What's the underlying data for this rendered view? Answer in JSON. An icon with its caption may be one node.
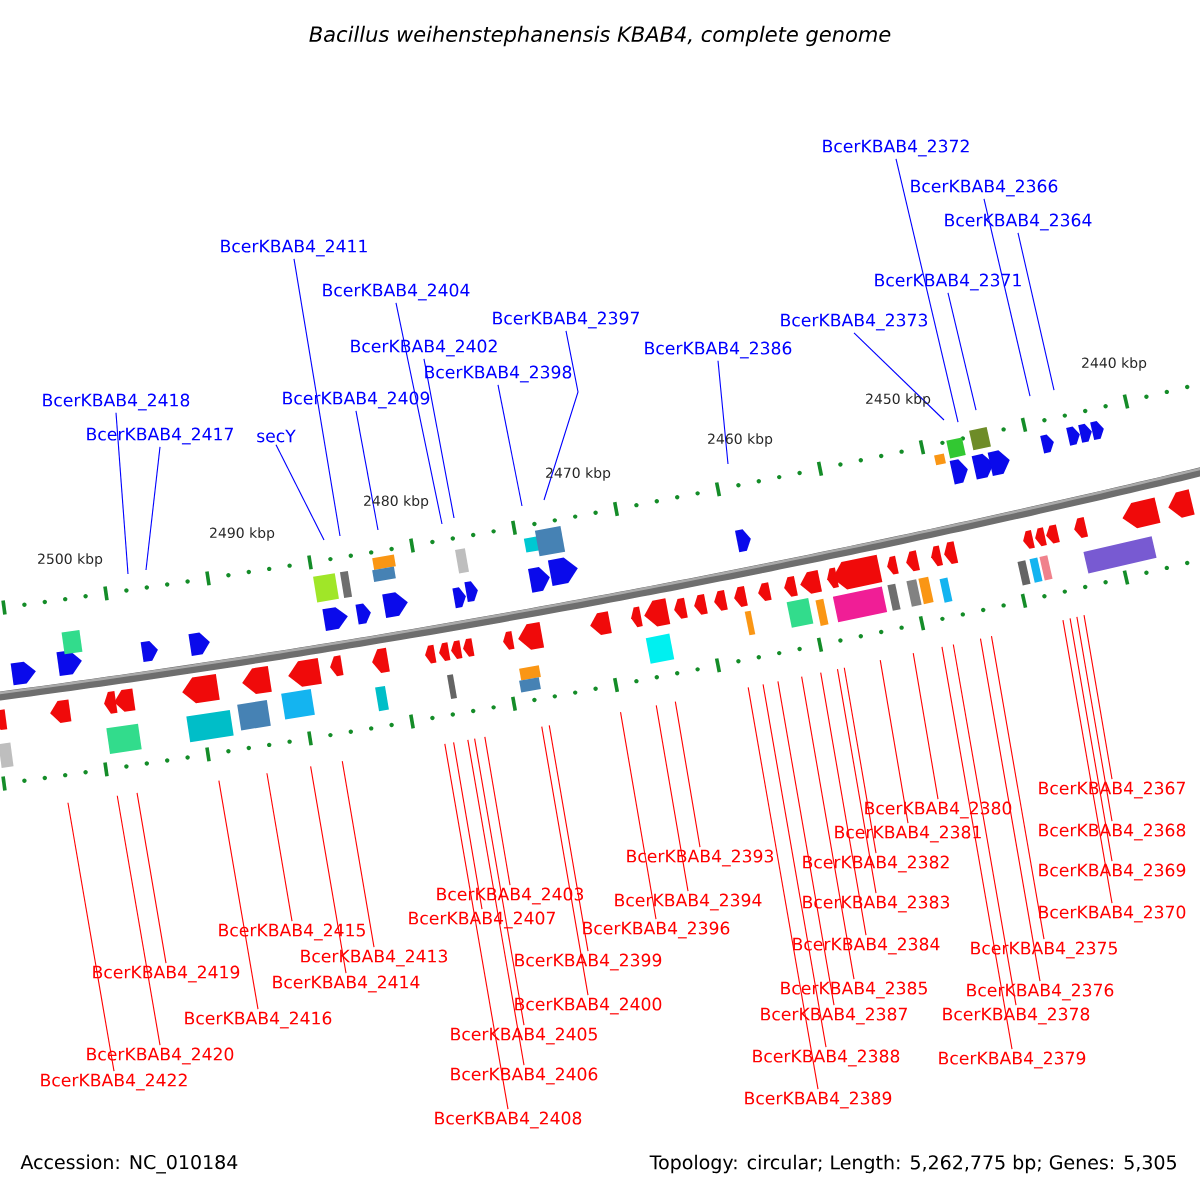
{
  "diagram": {
    "title": "Bacillus weihenstephanensis KBAB4, complete genome",
    "nodes": [
      {
        "text": [
          "BcerKBAB4_2372"
        ]
      },
      {
        "text": [
          "BcerKBAB4_2366"
        ]
      },
      {
        "text": [
          "BcerKBAB4_2364"
        ]
      },
      {
        "text": [
          "BcerKBAB4_2411"
        ]
      },
      {
        "text": [
          "BcerKBAB4_2371"
        ]
      },
      {
        "text": [
          "BcerKBAB4_2404"
        ]
      },
      {
        "text": [
          "BcerKBAB4_2397"
        ]
      },
      {
        "text": [
          "BcerKBAB4_2373"
        ]
      },
      {
        "text": [
          "BcerKBAB4_2402"
        ]
      },
      {
        "text": [
          "BcerKBAB4_2386"
        ]
      },
      {
        "text": [
          "BcerKBAB4_2398"
        ]
      },
      {
        "text": [
          "BcerKBAB4_2418"
        ]
      },
      {
        "text": [
          "BcerKBAB4_2409"
        ]
      },
      {
        "text": [
          "BcerKBAB4_2417"
        ]
      },
      {
        "text": [
          "secY"
        ]
      },
      {
        "text": [
          "BcerKBAB4_2367"
        ]
      },
      {
        "text": [
          "BcerKBAB4_2380"
        ]
      },
      {
        "text": [
          "BcerKBAB4_2368"
        ]
      },
      {
        "text": [
          "BcerKBAB4_2381"
        ]
      },
      {
        "text": [
          "BcerKBAB4_2393"
        ]
      },
      {
        "text": [
          "BcerKBAB4_2382"
        ]
      },
      {
        "text": [
          "BcerKBAB4_2369"
        ]
      },
      {
        "text": [
          "BcerKBAB4_2403"
        ]
      },
      {
        "text": [
          "BcerKBAB4_2394"
        ]
      },
      {
        "text": [
          "BcerKBAB4_2383"
        ]
      },
      {
        "text": [
          "BcerKBAB4_2370"
        ]
      },
      {
        "text": [
          "BcerKBAB4_2407"
        ]
      },
      {
        "text": [
          "BcerKBAB4_2396"
        ]
      },
      {
        "text": [
          "BcerKBAB4_2415"
        ]
      },
      {
        "text": [
          "BcerKBAB4_2384"
        ]
      },
      {
        "text": [
          "BcerKBAB4_2375"
        ]
      },
      {
        "text": [
          "BcerKBAB4_2413"
        ]
      },
      {
        "text": [
          "BcerKBAB4_2399"
        ]
      },
      {
        "text": [
          "BcerKBAB4_2419"
        ]
      },
      {
        "text": [
          "BcerKBAB4_2414"
        ]
      },
      {
        "text": [
          "BcerKBAB4_2385"
        ]
      },
      {
        "text": [
          "BcerKBAB4_2376"
        ]
      },
      {
        "text": [
          "BcerKBAB4_2400"
        ]
      },
      {
        "text": [
          "BcerKBAB4_2387"
        ]
      },
      {
        "text": [
          "BcerKBAB4_2378"
        ]
      },
      {
        "text": [
          "BcerKBAB4_2416"
        ]
      },
      {
        "text": [
          "BcerKBAB4_2405"
        ]
      },
      {
        "text": [
          "BcerKBAB4_2420"
        ]
      },
      {
        "text": [
          "BcerKBAB4_2388"
        ]
      },
      {
        "text": [
          "BcerKBAB4_2379"
        ]
      },
      {
        "text": [
          "BcerKBAB4_2406"
        ]
      },
      {
        "text": [
          "BcerKBAB4_2422"
        ]
      },
      {
        "text": [
          "BcerKBAB4_2389"
        ]
      },
      {
        "text": [
          "BcerKBAB4_2408"
        ]
      }
    ],
    "edges": [
      {
        "from": 0,
        "to": null,
        "arrow": "none",
        "color": "#0000ff"
      },
      {
        "from": 1,
        "to": null,
        "arrow": "none",
        "color": "#0000ff"
      },
      {
        "from": 2,
        "to": null,
        "arrow": "none",
        "color": "#0000ff"
      },
      {
        "from": 3,
        "to": null,
        "arrow": "none",
        "color": "#0000ff"
      },
      {
        "from": 4,
        "to": null,
        "arrow": "none",
        "color": "#0000ff"
      },
      {
        "from": 5,
        "to": null,
        "arrow": "none",
        "color": "#0000ff"
      },
      {
        "from": 6,
        "to": null,
        "arrow": "none",
        "color": "#0000ff"
      },
      {
        "from": 7,
        "to": null,
        "arrow": "none",
        "color": "#0000ff"
      },
      {
        "from": 8,
        "to": null,
        "arrow": "none",
        "color": "#0000ff"
      },
      {
        "from": 9,
        "to": null,
        "arrow": "none",
        "color": "#0000ff"
      },
      {
        "from": 10,
        "to": null,
        "arrow": "none",
        "color": "#0000ff"
      },
      {
        "from": 11,
        "to": null,
        "arrow": "none",
        "color": "#0000ff"
      },
      {
        "from": 12,
        "to": null,
        "arrow": "none",
        "color": "#0000ff"
      },
      {
        "from": 13,
        "to": null,
        "arrow": "none",
        "color": "#0000ff"
      },
      {
        "from": 14,
        "to": null,
        "arrow": "none",
        "color": "#0000ff"
      },
      {
        "from": 15,
        "to": null,
        "arrow": "none"
      },
      {
        "from": 16,
        "to": null,
        "arrow": "none"
      },
      {
        "from": 17,
        "to": null,
        "arrow": "none"
      },
      {
        "from": 18,
        "to": null,
        "arrow": "none"
      },
      {
        "from": 19,
        "to": null,
        "arrow": "none"
      },
      {
        "from": 20,
        "to": null,
        "arrow": "none"
      },
      {
        "from": 21,
        "to": null,
        "arrow": "none"
      },
      {
        "from": 22,
        "to": null,
        "arrow": "none"
      },
      {
        "from": 23,
        "to": null,
        "arrow": "none"
      },
      {
        "from": 24,
        "to": null,
        "arrow": "none"
      },
      {
        "from": 25,
        "to": null,
        "arrow": "none"
      },
      {
        "from": 26,
        "to": null,
        "arrow": "none"
      },
      {
        "from": 27,
        "to": null,
        "arrow": "none"
      },
      {
        "from": 28,
        "to": null,
        "arrow": "none"
      },
      {
        "from": 29,
        "to": null,
        "arrow": "none"
      },
      {
        "from": 30,
        "to": null,
        "arrow": "none"
      },
      {
        "from": 31,
        "to": null,
        "arrow": "none"
      },
      {
        "from": 32,
        "to": null,
        "arrow": "none"
      },
      {
        "from": 33,
        "to": null,
        "arrow": "none"
      },
      {
        "from": 34,
        "to": null,
        "arrow": "none"
      },
      {
        "from": 35,
        "to": null,
        "arrow": "none"
      },
      {
        "from": 36,
        "to": null,
        "arrow": "none"
      },
      {
        "from": 37,
        "to": null,
        "arrow": "none"
      },
      {
        "from": 38,
        "to": null,
        "arrow": "none"
      },
      {
        "from": 39,
        "to": null,
        "arrow": "none"
      },
      {
        "from": 40,
        "to": null,
        "arrow": "none"
      },
      {
        "from": 41,
        "to": null,
        "arrow": "none"
      },
      {
        "from": 42,
        "to": null,
        "arrow": "none"
      },
      {
        "from": 43,
        "to": null,
        "arrow": "none"
      },
      {
        "from": 44,
        "to": null,
        "arrow": "none"
      },
      {
        "from": 45,
        "to": null,
        "arrow": "none"
      },
      {
        "from": 46,
        "to": null,
        "arrow": "none"
      },
      {
        "from": 47,
        "to": null,
        "arrow": "none"
      },
      {
        "from": 48,
        "to": null,
        "arrow": "none"
      }
    ],
    "labels": [
      "2440 kbp",
      "2450 kbp",
      "2460 kbp",
      "2470 kbp",
      "2480 kbp",
      "2490 kbp",
      "2500 kbp",
      "Accession: NC_010184",
      "Topology: circular; Length: 5,262,775 bp; Genes: 5,305"
    ]
  }
}
